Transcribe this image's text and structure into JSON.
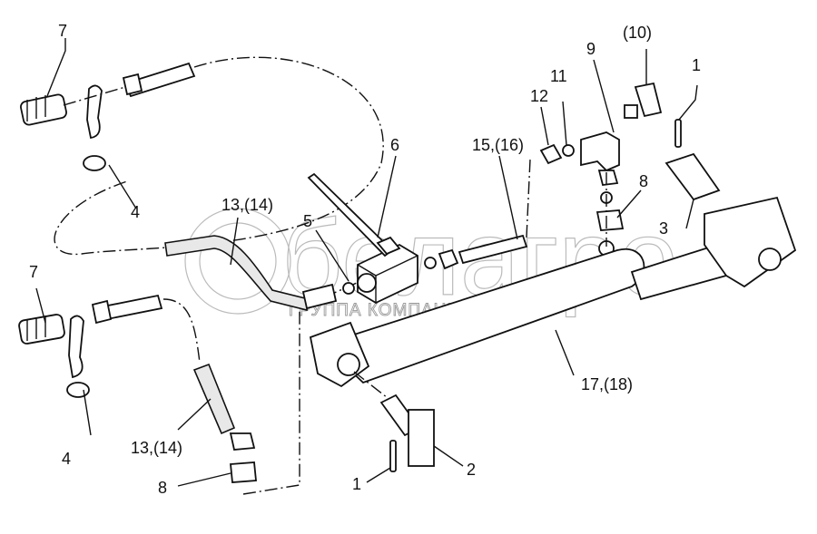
{
  "diagram": {
    "type": "exploded parts diagram",
    "subject": "hydraulic cylinder with control valve and hoses",
    "watermark": {
      "brand": "белагро",
      "tagline": "ГРУППА КОМПАНИЙ"
    },
    "callouts": {
      "c7_top": "7",
      "c4_top": "4",
      "c7_bottom": "7",
      "c4_bottom": "4",
      "c13_upper": "13,(14)",
      "c13_lower": "13,(14)",
      "c8_lower": "8",
      "c5": "5",
      "c6": "6",
      "c15": "15,(16)",
      "c12": "12",
      "c11": "11",
      "c9": "9",
      "c10": "(10)",
      "c1_top": "1",
      "c8_upper": "8",
      "c3": "3",
      "c17": "17,(18)",
      "c2": "2",
      "c1_bottom": "1"
    }
  }
}
